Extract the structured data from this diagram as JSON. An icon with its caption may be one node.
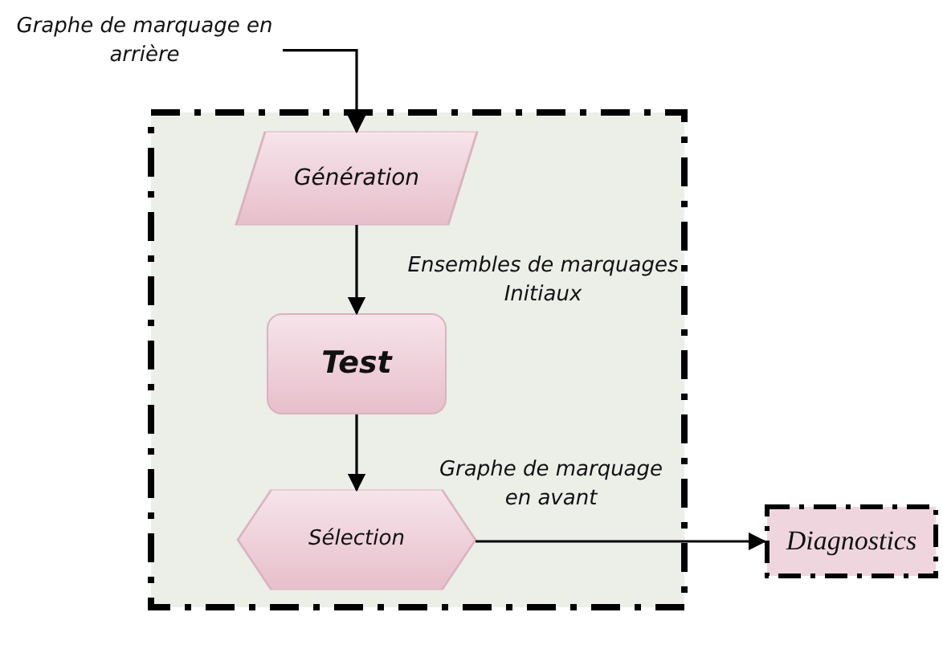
{
  "diagram": {
    "nodes": [
      {
        "text": [
          "Graphe de marquage en arrière"
        ]
      },
      {
        "text": [],
        "shape": "box"
      },
      {
        "text": [
          "Génération"
        ],
        "in": 1
      },
      {
        "text": [
          "Test"
        ],
        "in": 1
      },
      {
        "text": [
          "Sélection"
        ],
        "in": 1
      },
      {
        "text": [
          "Diagnostics"
        ]
      }
    ],
    "edges": [
      {
        "from": 0,
        "to": 2,
        "arrow": "to"
      },
      {
        "from": 2,
        "to": 3,
        "arrow": "to",
        "label": "Ensembles de marquages Initiaux"
      },
      {
        "from": 3,
        "to": 4,
        "arrow": "to"
      },
      {
        "from": 4,
        "to": 5,
        "arrow": "to",
        "label": "Graphe de marquage en avant"
      }
    ]
  }
}
